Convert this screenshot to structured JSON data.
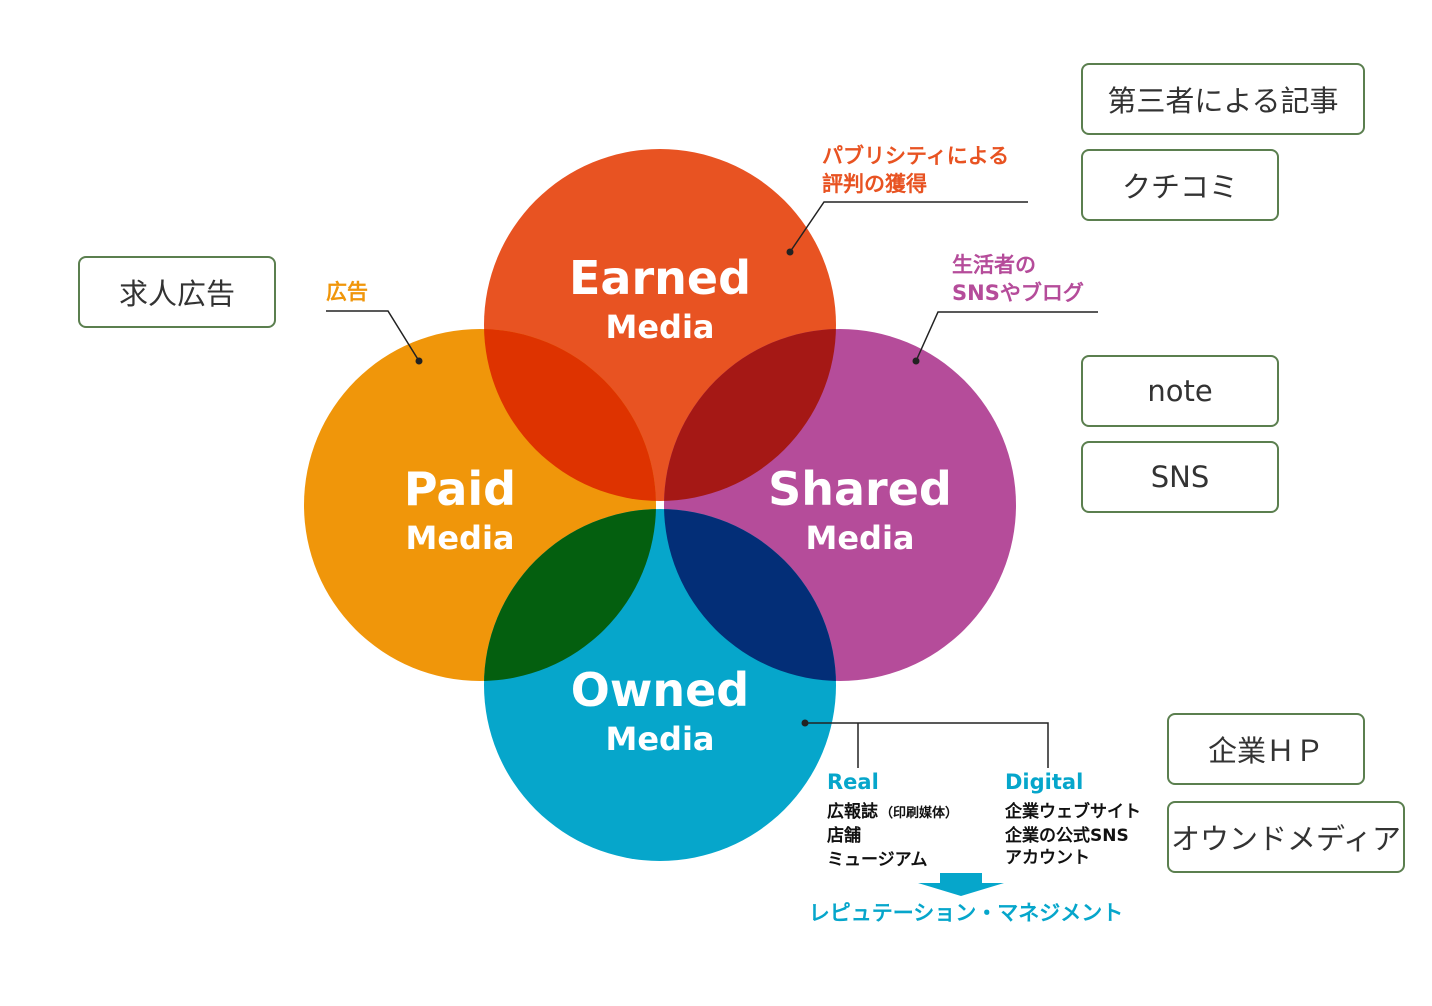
{
  "circles": {
    "earned": {
      "title": "Earned",
      "subtitle": "Media",
      "color": "#e85322"
    },
    "paid": {
      "title": "Paid",
      "subtitle": "Media",
      "color": "#f0960a"
    },
    "shared": {
      "title": "Shared",
      "subtitle": "Media",
      "color": "#b54c9a"
    },
    "owned": {
      "title": "Owned",
      "subtitle": "Media",
      "color": "#06a6cb"
    }
  },
  "overlap_colors": {
    "earned_paid": "#de3300",
    "earned_shared": "#a51815",
    "paid_owned": "#045f0f",
    "shared_owned": "#032e77"
  },
  "callouts": {
    "earned": {
      "lines": [
        "パブリシティによる",
        "評判の獲得"
      ],
      "color": "#e85322"
    },
    "paid": {
      "text": "広告",
      "color": "#f0960a"
    },
    "shared": {
      "lines": [
        "生活者の",
        "SNSやブログ"
      ],
      "color": "#b54c9a"
    }
  },
  "owned_detail": {
    "real": {
      "heading": "Real",
      "items": [
        "広報誌",
        "店舗",
        "ミュージアム"
      ],
      "item_note": "（印刷媒体）"
    },
    "digital": {
      "heading": "Digital",
      "items": [
        "企業ウェブサイト",
        "企業の公式SNS",
        "アカウント"
      ]
    },
    "heading_color": "#06a6cb",
    "arrow_color": "#06a6cb",
    "result": "レピュテーション・マネジメント"
  },
  "tags": {
    "kyujin": "求人広告",
    "daisansha": "第三者による記事",
    "kuchikomi": "クチコミ",
    "note": "note",
    "sns": "SNS",
    "kigyo_hp": "企業ＨＰ",
    "owned_media": "オウンドメディア"
  }
}
